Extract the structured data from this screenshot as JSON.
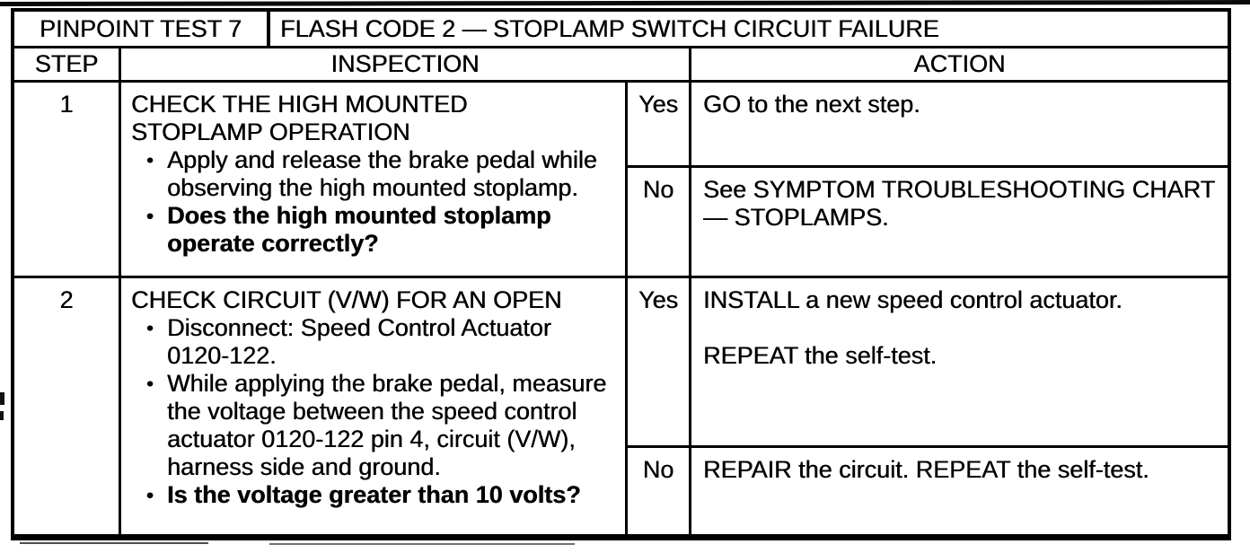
{
  "document": {
    "header": {
      "test_label": "PINPOINT TEST 7",
      "test_title": "FLASH CODE 2 — STOPLAMP SWITCH CIRCUIT FAILURE"
    },
    "columns": {
      "step": "STEP",
      "inspection": "INSPECTION",
      "action": "ACTION"
    },
    "steps": [
      {
        "number": "1",
        "inspection": {
          "title": "CHECK THE HIGH MOUNTED\nSTOPLAMP OPERATION",
          "items": [
            {
              "bold": false,
              "text": "Apply and release the brake pedal while\nobserving the high mounted stoplamp."
            },
            {
              "bold": true,
              "text": "Does the high mounted stoplamp\noperate correctly?"
            }
          ]
        },
        "results": [
          {
            "answer": "Yes",
            "action": "GO to the next step."
          },
          {
            "answer": "No",
            "action": "See SYMPTOM TROUBLESHOOTING CHART\n— STOPLAMPS."
          }
        ]
      },
      {
        "number": "2",
        "inspection": {
          "title": "CHECK CIRCUIT (V/W) FOR AN OPEN",
          "items": [
            {
              "bold": false,
              "text": "Disconnect: Speed Control Actuator\n0120-122."
            },
            {
              "bold": false,
              "text": "While applying the brake pedal, measure\nthe voltage between the speed control\nactuator 0120-122 pin 4, circuit (V/W),\nharness side and ground."
            },
            {
              "bold": true,
              "text": "Is the voltage greater than 10 volts?"
            }
          ]
        },
        "results": [
          {
            "answer": "Yes",
            "action": "INSTALL a new speed control actuator.\n\nREPEAT the self-test."
          },
          {
            "answer": "No",
            "action": "REPAIR the circuit. REPEAT the self-test."
          }
        ]
      }
    ],
    "bullet_glyph": "•"
  },
  "colors": {
    "ink": "#000000",
    "paper": "#ffffff"
  }
}
